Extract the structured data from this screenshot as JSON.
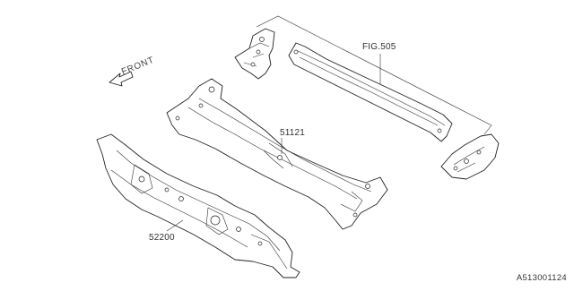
{
  "callouts": {
    "fig505": "FIG.505",
    "part_51121": "51121",
    "part_52200": "52200"
  },
  "direction": {
    "front": "FRONT"
  },
  "diagram_code": "A513001124"
}
